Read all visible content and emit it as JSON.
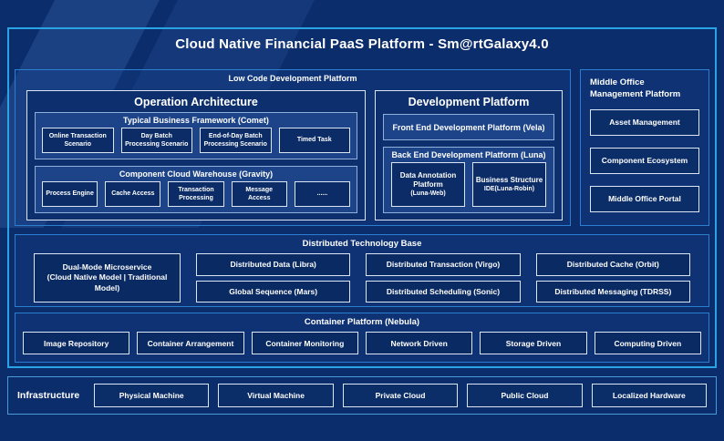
{
  "colors": {
    "page_bg": "#0c2d6b",
    "main_border": "#29a3e3",
    "panel_border": "#2b7fd0",
    "box_border": "#dbe5f3",
    "subpanel_bg": "#1d4489",
    "box_bg": "#0a2a63",
    "text": "#ffffff"
  },
  "title": "Cloud Native Financial PaaS Platform - Sm@rtGalaxy4.0",
  "low_code": {
    "label": "Low Code Development Platform",
    "operation_architecture": {
      "title": "Operation Architecture",
      "typical_business_framework": {
        "title": "Typical Business Framework (Comet)",
        "items": [
          "Online Transaction Scenario",
          "Day Batch Processing Scenario",
          "End-of-Day Batch Processing Scenario",
          "Timed Task"
        ]
      },
      "component_cloud_warehouse": {
        "title": "Component Cloud Warehouse (Gravity)",
        "items": [
          "Process Engine",
          "Cache Access",
          "Transaction Processing",
          "Message Access",
          "......"
        ]
      }
    },
    "development_platform": {
      "title": "Development Platform",
      "front_end_label": "Front End Development Platform (Vela)",
      "back_end": {
        "title": "Back End Development Platform (Luna)",
        "items": [
          {
            "main": "Data Annotation Platform",
            "sub": "(Luna-Web)"
          },
          {
            "main": "Business Structure",
            "sub": "IDE(Luna-Robin)"
          }
        ]
      }
    }
  },
  "middle_office": {
    "label": "Middle Office Management Platform",
    "items": [
      "Asset Management",
      "Component Ecosystem",
      "Middle Office Portal"
    ]
  },
  "distributed_technology_base": {
    "label": "Distributed Technology Base",
    "dual_mode": {
      "main": "Dual-Mode Microservice",
      "sub": "(Cloud Native Model | Traditional Model)"
    },
    "columns": [
      [
        "Distributed Data (Libra)",
        "Global Sequence (Mars)"
      ],
      [
        "Distributed Transaction (Virgo)",
        "Distributed Scheduling (Sonic)"
      ],
      [
        "Distributed Cache (Orbit)",
        "Distributed Messaging (TDRSS)"
      ]
    ]
  },
  "container_platform": {
    "label": "Container Platform (Nebula)",
    "items": [
      "Image Repository",
      "Container Arrangement",
      "Container Monitoring",
      "Network Driven",
      "Storage Driven",
      "Computing Driven"
    ]
  },
  "infrastructure": {
    "label": "Infrastructure",
    "items": [
      "Physical Machine",
      "Virtual Machine",
      "Private Cloud",
      "Public Cloud",
      "Localized Hardware"
    ]
  }
}
